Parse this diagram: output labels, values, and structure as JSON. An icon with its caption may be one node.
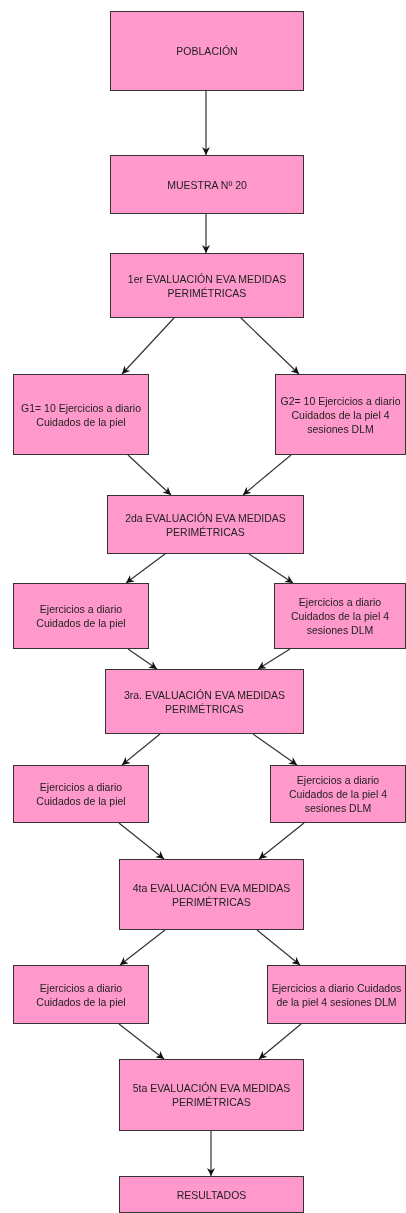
{
  "diagram": {
    "nodes": [
      {
        "text": [
          "POBLACIÓN"
        ]
      },
      {
        "text": [
          "MUESTRA Nº 20"
        ]
      },
      {
        "text": [
          "1er EVALUACIÓN EVA MEDIDAS PERIMÉTRICAS"
        ]
      },
      {
        "text": [
          "G1= 10 Ejercicios a diario Cuidados de la piel"
        ]
      },
      {
        "text": [
          "G2= 10 Ejercicios a diario Cuidados de la piel 4 sesiones DLM"
        ]
      },
      {
        "text": [
          "2da EVALUACIÓN EVA MEDIDAS PERIMÉTRICAS"
        ]
      },
      {
        "text": [
          "Ejercicios a diario Cuidados de la piel"
        ]
      },
      {
        "text": [
          "Ejercicios a diario Cuidados de la piel 4 sesiones DLM"
        ]
      },
      {
        "text": [
          "3ra. EVALUACIÓN EVA MEDIDAS PERIMÉTRICAS"
        ]
      },
      {
        "text": [
          "Ejercicios a diario Cuidados de la piel"
        ]
      },
      {
        "text": [
          "Ejercicios a diario Cuidados de la piel 4 sesiones DLM"
        ]
      },
      {
        "text": [
          "4ta EVALUACIÓN EVA MEDIDAS PERIMÉTRICAS"
        ]
      },
      {
        "text": [
          "Ejercicios a diario Cuidados de la piel"
        ]
      },
      {
        "text": [
          "Ejercicios a diario Cuidados de la piel 4 sesiones DLM"
        ]
      },
      {
        "text": [
          "5ta EVALUACIÓN EVA MEDIDAS PERIMÉTRICAS"
        ]
      },
      {
        "text": [
          "RESULTADOS"
        ]
      }
    ],
    "edges": [
      {
        "from": 0,
        "to": 1,
        "arrow": "to"
      },
      {
        "from": 1,
        "to": 2,
        "arrow": "to"
      },
      {
        "from": 2,
        "to": 3,
        "arrow": "to"
      },
      {
        "from": 2,
        "to": 4,
        "arrow": "to"
      },
      {
        "from": 3,
        "to": 5,
        "arrow": "to"
      },
      {
        "from": 4,
        "to": 5,
        "arrow": "to"
      },
      {
        "from": 5,
        "to": 6,
        "arrow": "to"
      },
      {
        "from": 5,
        "to": 7,
        "arrow": "to"
      },
      {
        "from": 6,
        "to": 8,
        "arrow": "to"
      },
      {
        "from": 7,
        "to": 8,
        "arrow": "to"
      },
      {
        "from": 8,
        "to": 9,
        "arrow": "to"
      },
      {
        "from": 8,
        "to": 10,
        "arrow": "to"
      },
      {
        "from": 9,
        "to": 11,
        "arrow": "to"
      },
      {
        "from": 10,
        "to": 11,
        "arrow": "to"
      },
      {
        "from": 11,
        "to": 12,
        "arrow": "to"
      },
      {
        "from": 11,
        "to": 13,
        "arrow": "to"
      },
      {
        "from": 12,
        "to": 14,
        "arrow": "to"
      },
      {
        "from": 13,
        "to": 14,
        "arrow": "to"
      },
      {
        "from": 14,
        "to": 15,
        "arrow": "to"
      }
    ]
  }
}
